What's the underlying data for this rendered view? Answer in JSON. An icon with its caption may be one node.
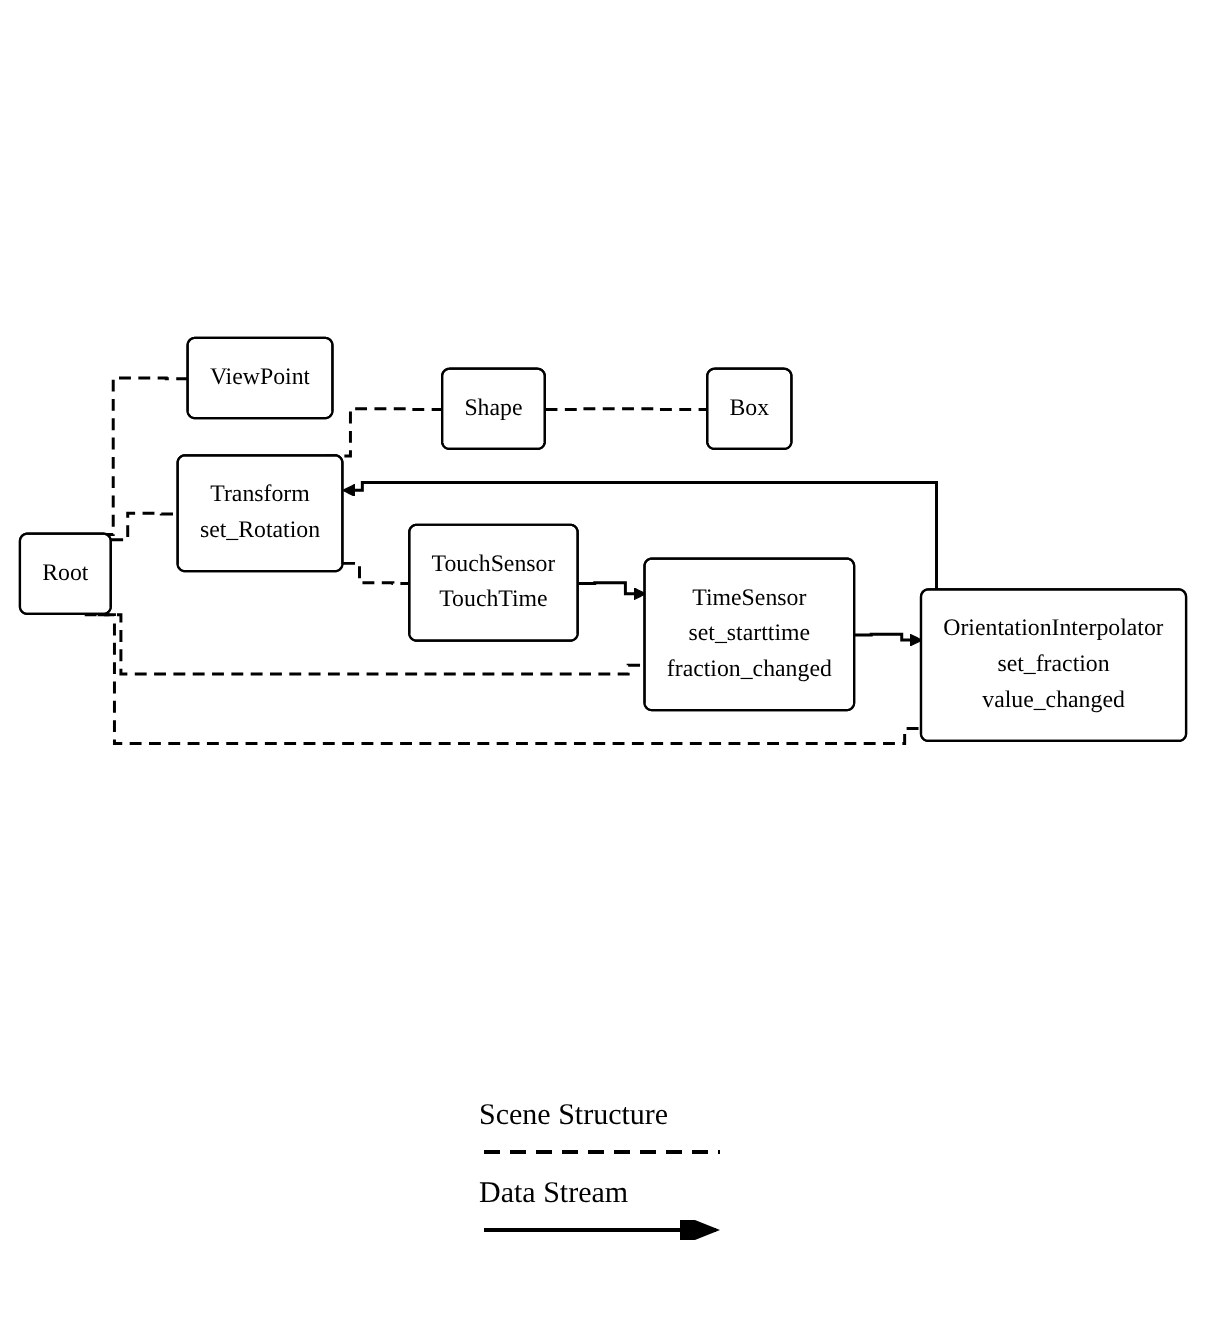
{
  "diagram": {
    "nodes": [
      {
        "text": [
          "Root"
        ]
      },
      {
        "text": [
          "ViewPoint"
        ]
      },
      {
        "text": [
          "Transform",
          "set_Rotation"
        ]
      },
      {
        "text": [
          "Shape"
        ]
      },
      {
        "text": [
          "Box"
        ]
      },
      {
        "text": [
          "TouchSensor",
          "TouchTime"
        ]
      },
      {
        "text": [
          "OrientationInterpolator",
          "set_fraction",
          "value_changed"
        ]
      },
      {
        "text": [
          "TimeSensor",
          "set_starttime",
          "fraction_changed"
        ]
      }
    ],
    "edges": [
      {
        "from": 0,
        "to": 1,
        "arrow": "none",
        "style": "dashed"
      },
      {
        "from": 0,
        "to": 2,
        "arrow": "none",
        "style": "dashed"
      },
      {
        "from": 2,
        "to": 3,
        "arrow": "none",
        "style": "dashed"
      },
      {
        "from": 3,
        "to": 4,
        "arrow": "none",
        "style": "dashed"
      },
      {
        "from": 2,
        "to": 5,
        "arrow": "none",
        "style": "dashed"
      },
      {
        "from": 0,
        "to": 6,
        "arrow": "none",
        "style": "dashed"
      },
      {
        "from": 0,
        "to": 7,
        "arrow": "none",
        "style": "dashed"
      },
      {
        "from": 5,
        "to": 7,
        "arrow": "to"
      },
      {
        "from": 7,
        "to": 6,
        "arrow": "to"
      },
      {
        "from": 6,
        "to": 2,
        "arrow": "to"
      }
    ],
    "legend": [
      {
        "text": "Scene Structure"
      },
      {
        "text": "Data Stream"
      }
    ]
  }
}
